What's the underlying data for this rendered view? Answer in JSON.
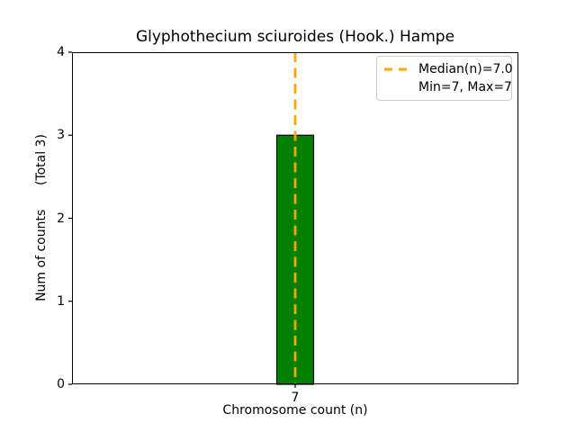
{
  "figure": {
    "title": "Glyphothecium sciuroides (Hook.) Hampe",
    "xlabel": "Chromosome count (n)",
    "ylabel": "Num of counts      (Total 3)"
  },
  "legend": {
    "position": "upper right",
    "items": [
      {
        "label": "Median(n)=7.0",
        "sample": "dashed-line",
        "color": "#FFA500"
      },
      {
        "label": "Min=7, Max=7",
        "sample": "none"
      }
    ]
  },
  "chart_data": {
    "type": "bar",
    "title": "Glyphothecium sciuroides (Hook.) Hampe",
    "xlabel": "Chromosome count (n)",
    "ylabel": "Num of counts      (Total 3)",
    "categories": [
      "7"
    ],
    "values": [
      3
    ],
    "ylim": [
      0,
      4
    ],
    "yticks": [
      0,
      1,
      2,
      3,
      4
    ],
    "bar_color": "#008000",
    "bar_edge_color": "#000000",
    "median_line": {
      "category": "7",
      "value": 7.0,
      "color": "#FFA500",
      "style": "dashed"
    },
    "stats": {
      "total": 3,
      "median": 7.0,
      "min": 7,
      "max": 7
    },
    "legend_position": "upper right",
    "grid": false,
    "background": "#ffffff"
  }
}
